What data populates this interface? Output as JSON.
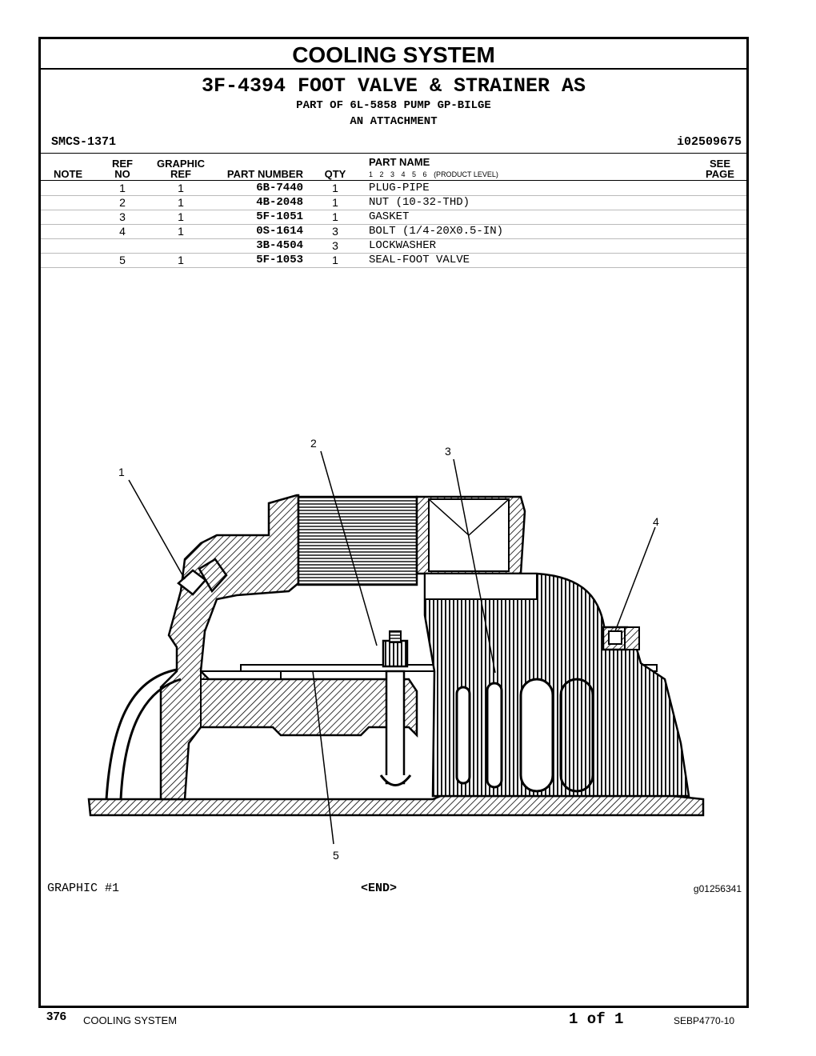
{
  "header": {
    "section_title": "COOLING SYSTEM",
    "assembly_title": "3F-4394 FOOT VALVE & STRAINER AS",
    "subtitle_1": "PART OF 6L-5858 PUMP GP-BILGE",
    "subtitle_2": "AN ATTACHMENT",
    "smcs": "SMCS-1371",
    "doc_id": "i02509675"
  },
  "table": {
    "col_note": "NOTE",
    "col_ref_1": "REF",
    "col_ref_2": "NO",
    "col_graphic_1": "GRAPHIC",
    "col_graphic_2": "REF",
    "col_part_number": "PART NUMBER",
    "col_qty": "QTY",
    "col_part_name": "PART NAME",
    "col_levels": "1 2 3 4 5 6",
    "col_product_level": "(PRODUCT LEVEL)",
    "col_see_1": "SEE",
    "col_see_2": "PAGE",
    "rows": [
      {
        "note": "",
        "ref": "1",
        "graphic": "1",
        "part_number": "6B-7440",
        "qty": "1",
        "name": "PLUG-PIPE",
        "see": ""
      },
      {
        "note": "",
        "ref": "2",
        "graphic": "1",
        "part_number": "4B-2048",
        "qty": "1",
        "name": "NUT (10-32-THD)",
        "see": ""
      },
      {
        "note": "",
        "ref": "3",
        "graphic": "1",
        "part_number": "5F-1051",
        "qty": "1",
        "name": "GASKET",
        "see": ""
      },
      {
        "note": "",
        "ref": "4",
        "graphic": "1",
        "part_number": "0S-1614",
        "qty": "3",
        "name": "BOLT (1/4-20X0.5-IN)",
        "see": ""
      },
      {
        "note": "",
        "ref": "",
        "graphic": "",
        "part_number": "3B-4504",
        "qty": "3",
        "name": "LOCKWASHER",
        "see": ""
      },
      {
        "note": "",
        "ref": "5",
        "graphic": "1",
        "part_number": "5F-1053",
        "qty": "1",
        "name": "SEAL-FOOT VALVE",
        "see": ""
      }
    ]
  },
  "illustration": {
    "callouts": [
      "1",
      "2",
      "3",
      "4",
      "5"
    ],
    "graphic_label": "GRAPHIC #1",
    "end_marker": "<END>",
    "graphic_id": "g01256341"
  },
  "footer": {
    "page_number": "376",
    "section": "COOLING SYSTEM",
    "page_of": "1 of 1",
    "publication": "SEBP4770-10"
  }
}
